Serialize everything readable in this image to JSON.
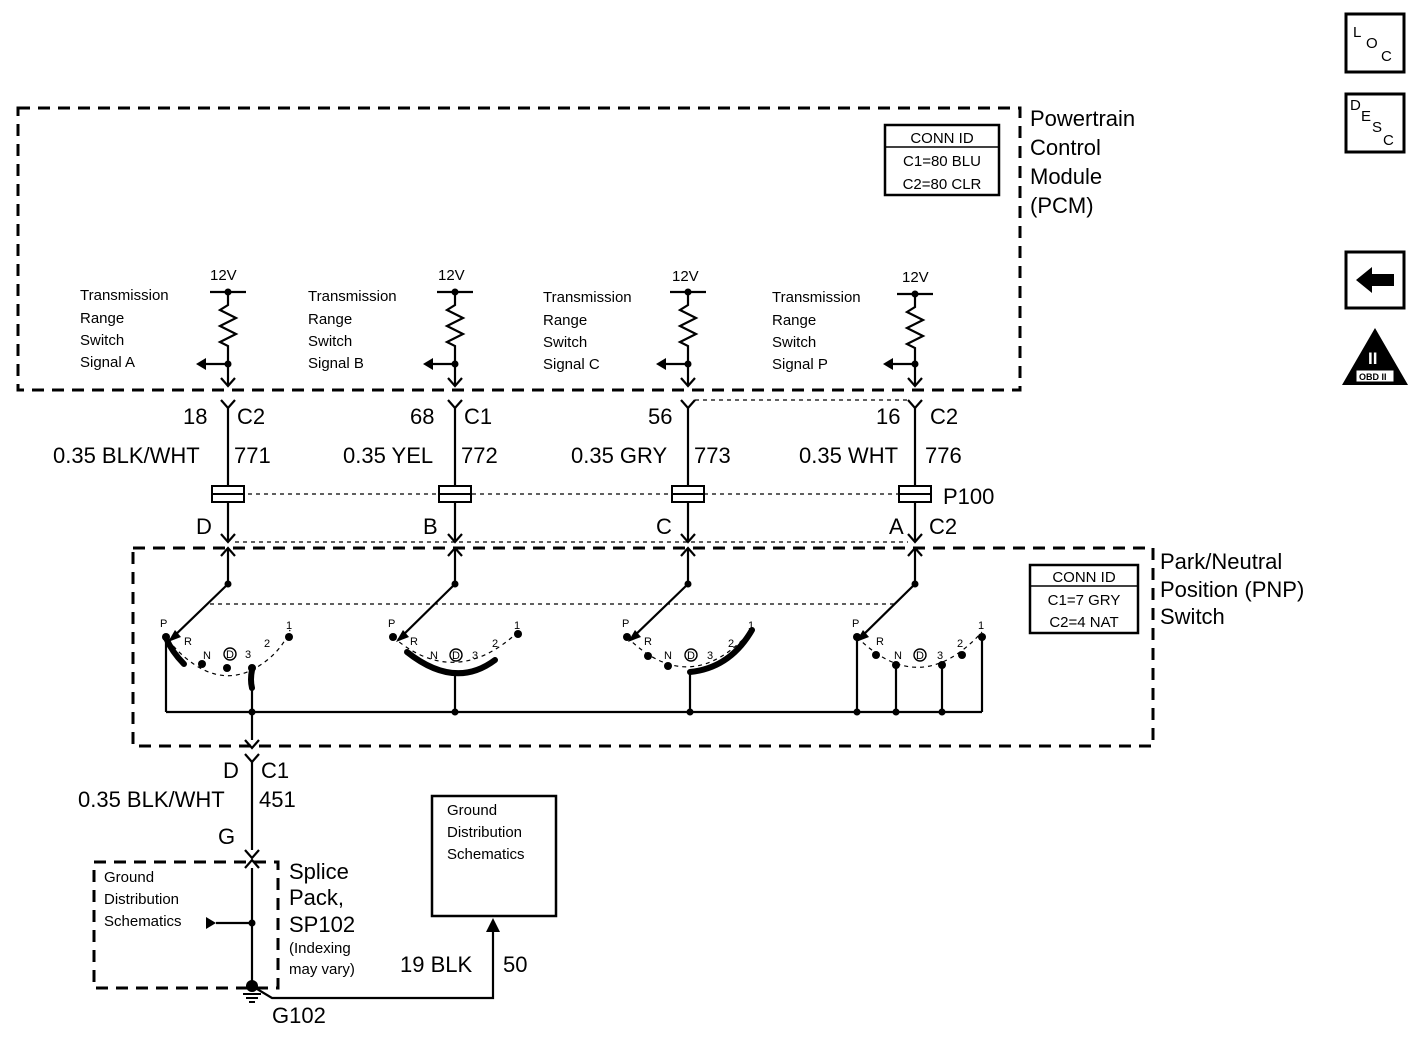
{
  "pcm": {
    "title_line1": "Powertrain",
    "title_line2": "Control",
    "title_line3": "Module",
    "title_line4": "(PCM)",
    "conn_id": {
      "header": "CONN ID",
      "row1": "C1=80 BLU",
      "row2": "C2=80 CLR"
    }
  },
  "circuits": [
    {
      "label1": "Transmission",
      "label2": "Range",
      "label3": "Switch",
      "label4": "Signal A",
      "voltage": "12V",
      "pin": "18",
      "connector": "C2",
      "wire": "0.35 BLK/WHT",
      "circuit": "771",
      "p100_pin": "D"
    },
    {
      "label1": "Transmission",
      "label2": "Range",
      "label3": "Switch",
      "label4": "Signal B",
      "voltage": "12V",
      "pin": "68",
      "connector": "C1",
      "wire": "0.35 YEL",
      "circuit": "772",
      "p100_pin": "B"
    },
    {
      "label1": "Transmission",
      "label2": "Range",
      "label3": "Switch",
      "label4": "Signal C",
      "voltage": "12V",
      "pin": "56",
      "connector": "C2",
      "wire": "0.35 GRY",
      "circuit": "773",
      "p100_pin": "C"
    },
    {
      "label1": "Transmission",
      "label2": "Range",
      "label3": "Switch",
      "label4": "Signal P",
      "voltage": "12V",
      "pin": "16",
      "connector": "C2",
      "wire": "0.35 WHT",
      "circuit": "776",
      "p100_pin": "A"
    }
  ],
  "p100": {
    "label": "P100",
    "connector": "C2"
  },
  "pnp": {
    "title_line1": "Park/Neutral",
    "title_line2": "Position (PNP)",
    "title_line3": "Switch",
    "conn_id": {
      "header": "CONN ID",
      "row1": "C1=7 GRY",
      "row2": "C2=4 NAT"
    },
    "positions": [
      "P",
      "R",
      "N",
      "D",
      "3",
      "2",
      "1"
    ]
  },
  "ground_wire": {
    "pin": "D",
    "connector": "C1",
    "wire": "0.35 BLK/WHT",
    "circuit": "451",
    "splice_pin": "G"
  },
  "splice_pack": {
    "line1": "Splice",
    "line2": "Pack,",
    "line3": "SP102",
    "note1": "(Indexing",
    "note2": "may vary)",
    "ref_line1": "Ground",
    "ref_line2": "Distribution",
    "ref_line3": "Schematics"
  },
  "ground_ref_box": {
    "line1": "Ground",
    "line2": "Distribution",
    "line3": "Schematics"
  },
  "ground_out": {
    "wire": "19 BLK",
    "circuit": "50"
  },
  "ground": {
    "label": "G102"
  },
  "side_nav": {
    "loc": {
      "a": "L",
      "b": "O",
      "c": "C"
    },
    "desc": {
      "a": "D",
      "b": "E",
      "c": "S",
      "d": "C"
    },
    "obd": {
      "roman": "II",
      "label": "OBD II"
    }
  }
}
